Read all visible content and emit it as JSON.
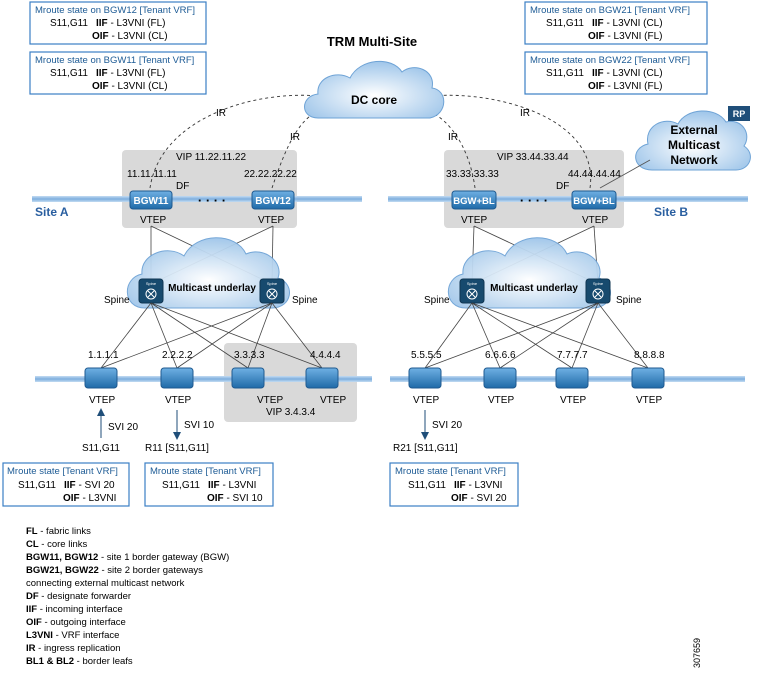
{
  "title": "TRM Multi-Site",
  "dc_core": "DC core",
  "external_network": [
    "External",
    "Multicast",
    "Network"
  ],
  "rp_badge": "RP",
  "site_a": "Site A",
  "site_b": "Site B",
  "ir": "IR",
  "df": "DF",
  "dots": "· · · ·",
  "vip_a": "VIP 11.22.11.22",
  "vip_b": "VIP 33.44.33.44",
  "vip_leaf": "VIP 3.4.3.4",
  "bgw_a": [
    {
      "ip": "11.11.11.11",
      "name": "BGW11",
      "vtep": "VTEP"
    },
    {
      "ip": "22.22.22.22",
      "name": "BGW12",
      "vtep": "VTEP"
    }
  ],
  "bgw_b": [
    {
      "ip": "33.33.33.33",
      "name": "BGW+BL",
      "vtep": "VTEP"
    },
    {
      "ip": "44.44.44.44",
      "name": "BGW+BL",
      "vtep": "VTEP"
    }
  ],
  "underlay": "Multicast underlay",
  "spine": "Spine",
  "spine_icon": "Spine",
  "leaves_a": [
    {
      "ip": "1.1.1.1",
      "vtep": "VTEP"
    },
    {
      "ip": "2.2.2.2",
      "vtep": "VTEP"
    },
    {
      "ip": "3.3.3.3",
      "vtep": ""
    },
    {
      "ip": "4.4.4.4",
      "vtep": ""
    }
  ],
  "leaves_b": [
    {
      "ip": "5.5.5.5",
      "vtep": "VTEP"
    },
    {
      "ip": "6.6.6.6",
      "vtep": "VTEP"
    },
    {
      "ip": "7.7.7.7",
      "vtep": "VTEP"
    },
    {
      "ip": "8.8.8.8",
      "vtep": "VTEP"
    }
  ],
  "hosts": {
    "s11_svi": "SVI 20",
    "s11": "S11,G11",
    "r11_svi": "SVI 10",
    "r11": "R11 [S11,G11]",
    "r21_svi": "SVI 20",
    "r21": "R21 [S11,G11]"
  },
  "mroute_boxes": {
    "bgw12": {
      "title": "Mroute state on BGW12 [Tenant VRF]",
      "sg": "S11,G11",
      "iif_label": "IIF",
      "iif": " - L3VNI (FL)",
      "oif_label": "OIF",
      "oif": " - L3VNI (CL)"
    },
    "bgw11": {
      "title": "Mroute state on BGW11 [Tenant VRF]",
      "sg": "S11,G11",
      "iif_label": "IIF",
      "iif": " - L3VNI (FL)",
      "oif_label": "OIF",
      "oif": " - L3VNI (CL)"
    },
    "bgw21": {
      "title": "Mroute state on BGW21 [Tenant VRF]",
      "sg": "S11,G11",
      "iif_label": "IIF",
      "iif": " - L3VNI (CL)",
      "oif_label": "OIF",
      "oif": " - L3VNI (FL)"
    },
    "bgw22": {
      "title": "Mroute state on BGW22 [Tenant VRF]",
      "sg": "S11,G11",
      "iif_label": "IIF",
      "iif": " - L3VNI (CL)",
      "oif_label": "OIF",
      "oif": " - L3VNI (FL)"
    },
    "leaf1": {
      "title": "Mroute state [Tenant VRF]",
      "sg": "S11,G11",
      "iif_label": "IIF",
      "iif": " - SVI 20",
      "oif_label": "OIF",
      "oif": " - L3VNI"
    },
    "leaf2": {
      "title": "Mroute state [Tenant VRF]",
      "sg": "S11,G11",
      "iif_label": "IIF",
      "iif": " - L3VNI",
      "oif_label": "OIF",
      "oif": " - SVI 10"
    },
    "leaf5": {
      "title": "Mroute state [Tenant VRF]",
      "sg": "S11,G11",
      "iif_label": "IIF",
      "iif": " - L3VNI",
      "oif_label": "OIF",
      "oif": " - SVI 20"
    }
  },
  "legend": [
    {
      "key": "FL",
      "desc": " - fabric links"
    },
    {
      "key": "CL",
      "desc": " - core links"
    },
    {
      "key": "BGW11, BGW12",
      "desc": " - site 1 border gateway (BGW)"
    },
    {
      "key": "BGW21, BGW22",
      "desc": " - site 2 border gateways"
    },
    {
      "key": "",
      "desc": "  connecting external multicast network"
    },
    {
      "key": "DF",
      "desc": " - designate forwarder"
    },
    {
      "key": "IIF",
      "desc": " - incoming interface"
    },
    {
      "key": "OIF",
      "desc": " - outgoing interface"
    },
    {
      "key": "L3VNI",
      "desc": " - VRF interface"
    },
    {
      "key": "IR",
      "desc": " - ingress replication"
    },
    {
      "key": "BL1 & BL2",
      "desc": " - border leafs"
    }
  ],
  "figure_id": "307659",
  "colors": {
    "box_border": "#3b7fc4",
    "box_title": "#1d5b95",
    "bar": "#8fb8e0",
    "shade": "#d9d9d9",
    "device": "#2c7bb6",
    "site_label": "#2a5fa0"
  }
}
